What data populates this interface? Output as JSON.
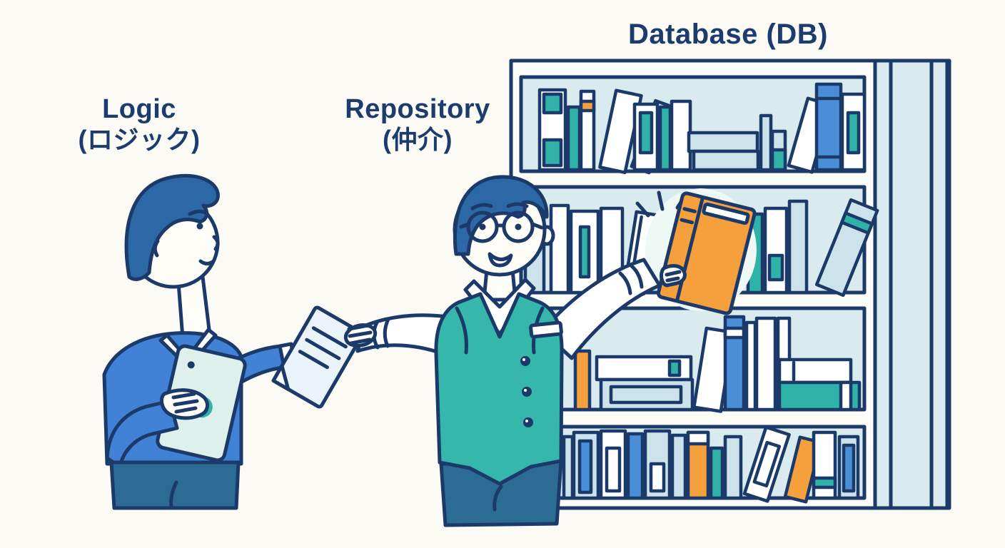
{
  "labels": {
    "logic": {
      "title": "Logic",
      "subtitle": "(ロジック)"
    },
    "repository": {
      "title": "Repository",
      "subtitle": "(仲介)"
    },
    "database": {
      "title": "Database (DB)"
    }
  },
  "colors": {
    "page_bg": "#fbfaf5",
    "outline": "#1b3a69",
    "label_text": "#1d3c6e",
    "teal": "#31b2a9",
    "vest_teal": "#35b7ac",
    "blue": "#4a8ed8",
    "orange": "#f59f3d",
    "light_blue": "#cde3ec",
    "shelf_bg": "#d9ebee",
    "frame_white": "#fcfcf9",
    "paper": "#e9f3f9",
    "screen": "#def0ec",
    "shirt_blue": "#4282d6",
    "pants_blue": "#2c6b94",
    "hair_blue": "#2c68a6",
    "skin": "#fffdf8",
    "glow": "#eef8f4"
  }
}
